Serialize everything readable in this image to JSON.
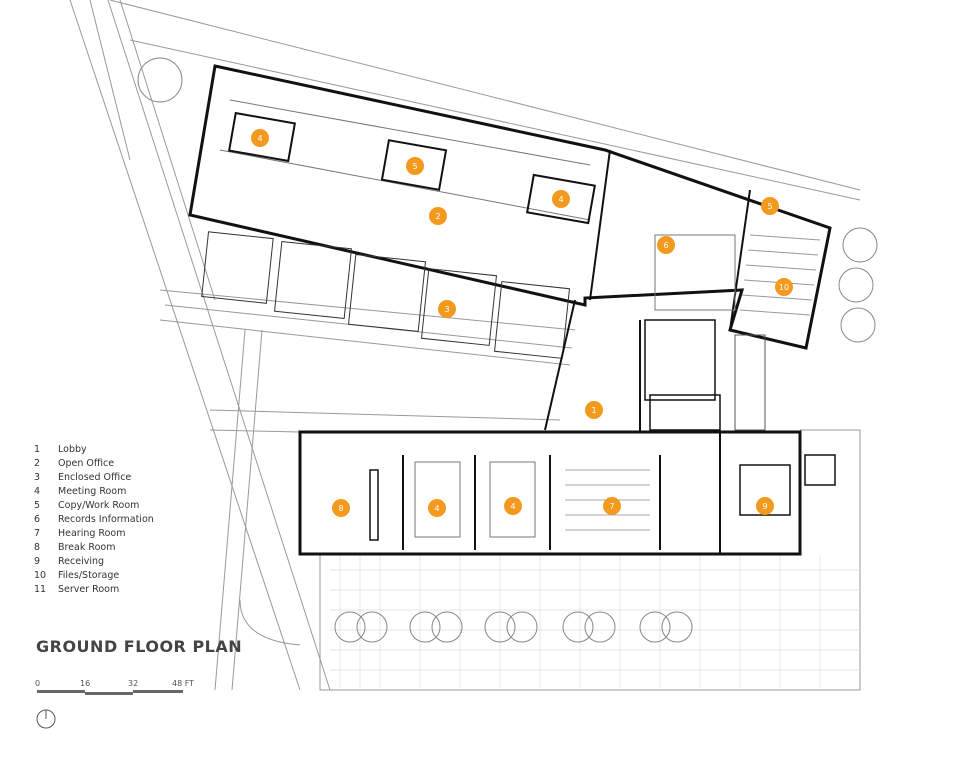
{
  "title": "GROUND FLOOR PLAN",
  "legend": [
    {
      "num": "1",
      "label": "Lobby"
    },
    {
      "num": "2",
      "label": "Open Office"
    },
    {
      "num": "3",
      "label": "Enclosed Office"
    },
    {
      "num": "4",
      "label": "Meeting Room"
    },
    {
      "num": "5",
      "label": "Copy/Work Room"
    },
    {
      "num": "6",
      "label": "Records Information"
    },
    {
      "num": "7",
      "label": "Hearing Room"
    },
    {
      "num": "8",
      "label": "Break Room"
    },
    {
      "num": "9",
      "label": "Receiving"
    },
    {
      "num": "10",
      "label": "Files/Storage"
    },
    {
      "num": "11",
      "label": "Server Room"
    }
  ],
  "scale": {
    "labels": [
      "0",
      "16",
      "32",
      "48 FT"
    ]
  },
  "markers": [
    "4",
    "5",
    "4",
    "2",
    "5",
    "6",
    "10",
    "3",
    "1",
    "8",
    "4",
    "4",
    "7",
    "9"
  ],
  "colors": {
    "marker": "#f39a1e",
    "wall": "#111111",
    "grid": "#bbbbbb"
  },
  "icons": {
    "north": "north-arrow-icon"
  }
}
